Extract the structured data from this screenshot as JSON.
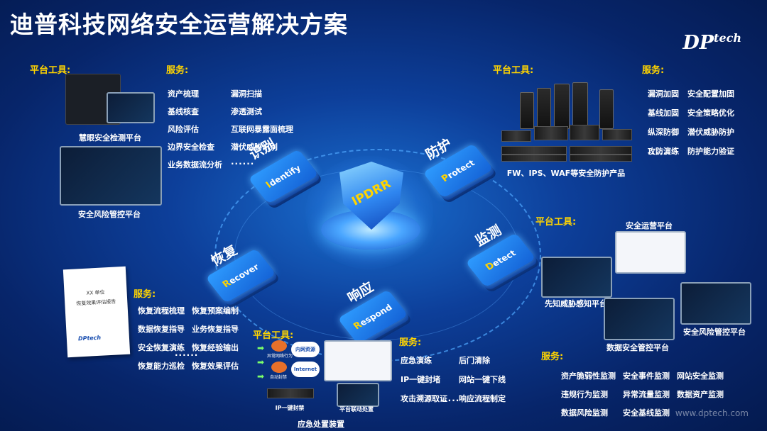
{
  "title": "迪普科技网络安全运营解决方案",
  "logo": {
    "main": "DP",
    "sup": "tech"
  },
  "center": {
    "label": "IPDRR"
  },
  "phases": {
    "identify": {
      "cn": "识别",
      "first": "I",
      "rest": "dentify"
    },
    "protect": {
      "cn": "防护",
      "first": "P",
      "rest": "rotect"
    },
    "detect": {
      "cn": "监测",
      "first": "D",
      "rest": "etect"
    },
    "respond": {
      "cn": "响应",
      "first": "R",
      "rest": "espond"
    },
    "recover": {
      "cn": "恢复",
      "first": "R",
      "rest": "ecover"
    }
  },
  "identify_section": {
    "tools_label": "平台工具:",
    "services_label": "服务:",
    "platform1": "慧眼安全检测平台",
    "platform2": "安全风险管控平台",
    "services": [
      "资产梳理",
      "漏洞扫描",
      "基线核查",
      "渗透测试",
      "风险评估",
      "互联网暴露面梳理",
      "边界安全检查",
      "潜伏威胁识别",
      "业务数据流分析",
      "······"
    ]
  },
  "protect_section": {
    "tools_label": "平台工具:",
    "services_label": "服务:",
    "product": "FW、IPS、WAF等安全防护产品",
    "services": [
      "漏洞加固",
      "安全配置加固",
      "基线加固",
      "安全策略优化",
      "纵深防御",
      "潜伏威胁防护",
      "攻防演练",
      "防护能力验证"
    ],
    "ellipsis": "······"
  },
  "detect_section": {
    "tools_label": "平台工具:",
    "services_label": "服务:",
    "platform_ops": "安全运营平台",
    "platform_threat": "先知威胁感知平台",
    "platform_data": "数据安全管控平台",
    "platform_risk": "安全风险管控平台",
    "services": [
      "资产脆弱性监测",
      "安全事件监测",
      "网站安全监测",
      "违规行为监测",
      "异常流量监测",
      "数据资产监测",
      "数据风险监测",
      "安全基线监测"
    ]
  },
  "recover_section": {
    "services_label": "服务:",
    "report_org": "XX 单位",
    "report_title": "恢复效果评估报告",
    "report_logo": "DPtech",
    "services": [
      "恢复流程梳理",
      "恢复预案编制",
      "数据恢复指导",
      "业务恢复指导",
      "安全恢复演练",
      "恢复经验输出",
      "恢复能力巡检",
      "恢复效果评估"
    ],
    "ellipsis": "······"
  },
  "respond_section": {
    "tools_label": "平台工具:",
    "services_label": "服务:",
    "net_intranet": "内网资源",
    "net_internet": "Internet",
    "tag_abnormal": "异常网络行为",
    "tag_ban": "自动封禁",
    "device1": "IP一键封禁",
    "device2": "平台联动处置",
    "device_main": "应急处置装置",
    "services": [
      "应急演练",
      "后门清除",
      "IP一键封堵",
      "网站一键下线",
      "攻击溯源取证",
      "响应流程制定"
    ],
    "ellipsis": "······"
  },
  "watermark": "www.dptech.com",
  "colors": {
    "accent": "#ffd400",
    "background": "#0d3f9a",
    "tile": "#1e7df0"
  }
}
